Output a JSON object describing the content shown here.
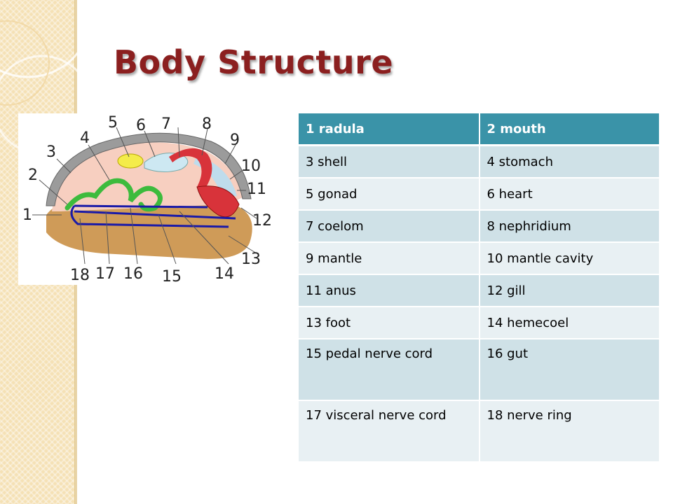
{
  "slide": {
    "title": "Body Structure"
  },
  "diagram": {
    "labels": [
      "1",
      "2",
      "3",
      "4",
      "5",
      "6",
      "7",
      "8",
      "9",
      "10",
      "11",
      "12",
      "13",
      "14",
      "15",
      "16",
      "17",
      "18"
    ]
  },
  "table": {
    "header": [
      "1 radula",
      "2 mouth"
    ],
    "rows": [
      [
        "3 shell",
        "4 stomach"
      ],
      [
        "5 gonad",
        "6 heart"
      ],
      [
        "7 coelom",
        "8 nephridium"
      ],
      [
        "9 mantle",
        "10 mantle cavity"
      ],
      [
        "11 anus",
        "12 gill"
      ],
      [
        "13 foot",
        "14 hemecoel"
      ],
      [
        "15 pedal nerve cord",
        "16 gut"
      ],
      [
        "17 visceral nerve cord",
        "18 nerve ring"
      ]
    ]
  },
  "colors": {
    "title": "#8b1f1f",
    "header_bg": "#3a93a8",
    "row_odd": "#cfe1e7",
    "row_even": "#e8f0f3",
    "strip": "#f5e1b5"
  }
}
